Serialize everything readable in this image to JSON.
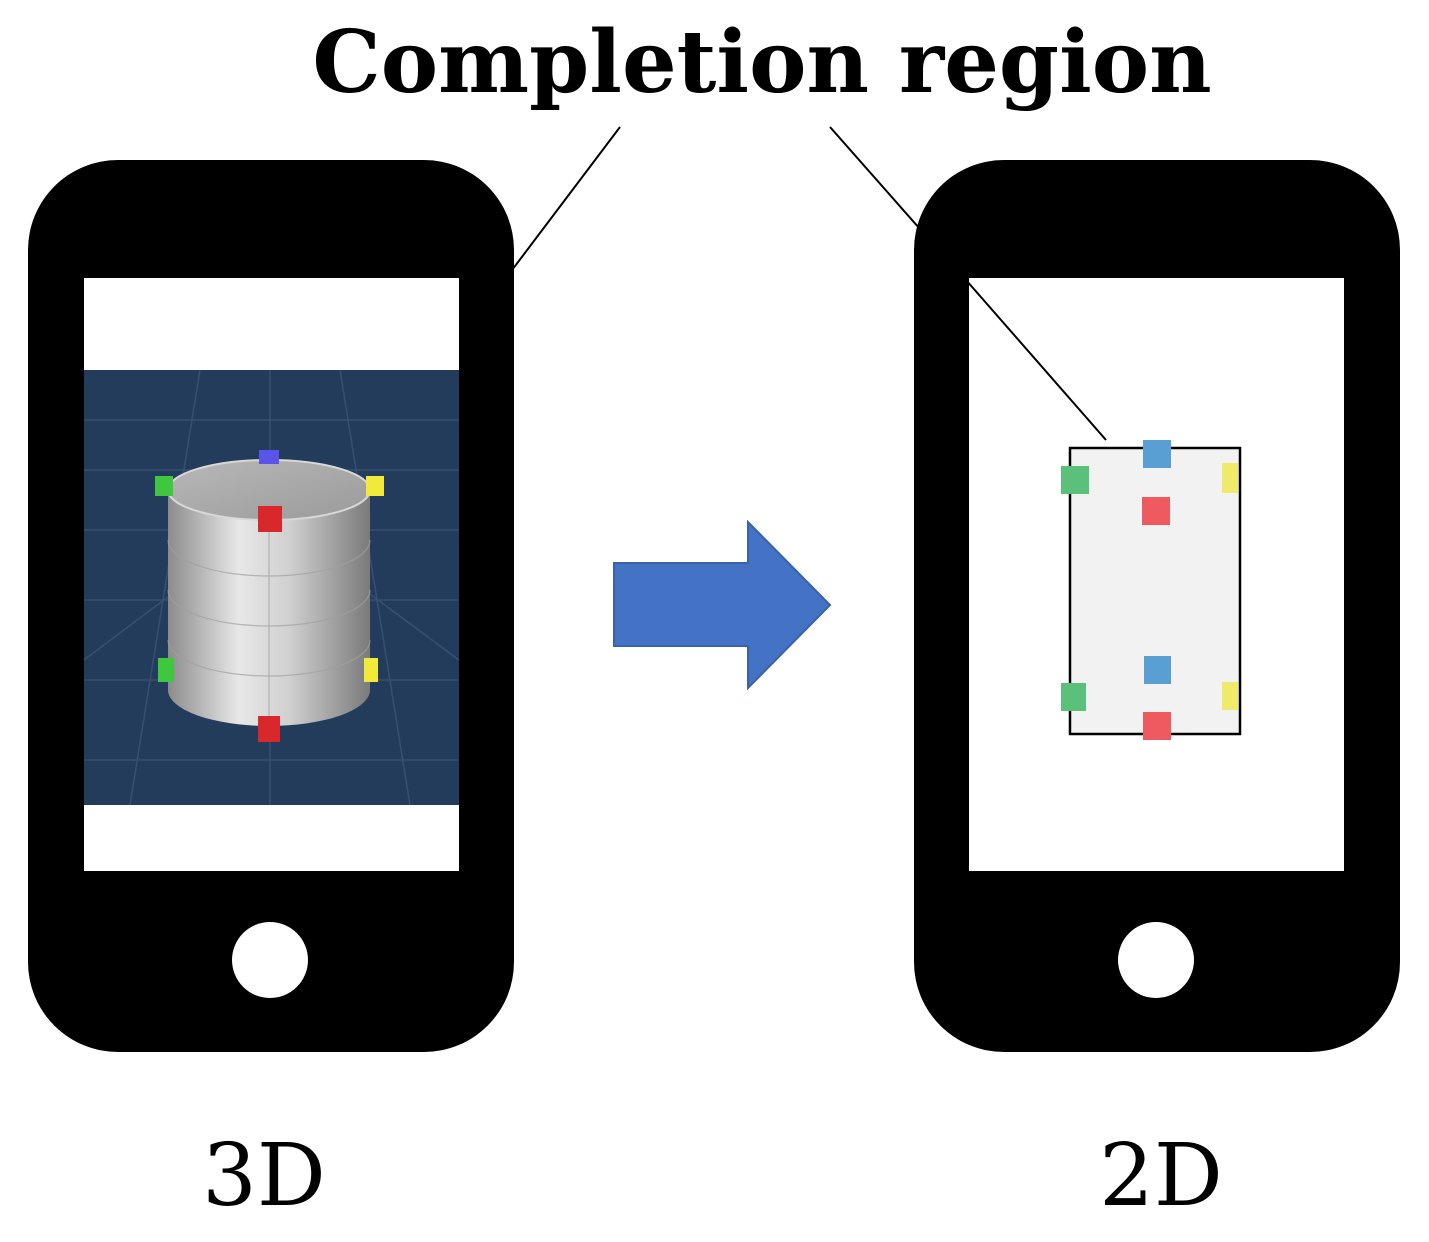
{
  "title": "Completion region",
  "left_label": "3D",
  "right_label": "2D",
  "colors": {
    "phone_body": "#000000",
    "screen_bg": "#ffffff",
    "scene_bg": "#233c5c",
    "arrow": "#4472c4",
    "marker_green": "#3fc83f",
    "marker_yellow": "#f2ea3a",
    "marker_blue": "#5a55e8",
    "marker_red": "#d8282c",
    "flat_green": "#5ac07a",
    "flat_yellow": "#f0ea6a",
    "flat_blue": "#5a9fd4",
    "flat_red": "#ee5a60",
    "completion_fill": "#f2f2f2"
  },
  "icons": {
    "left_phone": "smartphone-icon",
    "right_phone": "smartphone-icon",
    "arrow": "right-arrow-icon",
    "object": "cylinder-icon"
  }
}
